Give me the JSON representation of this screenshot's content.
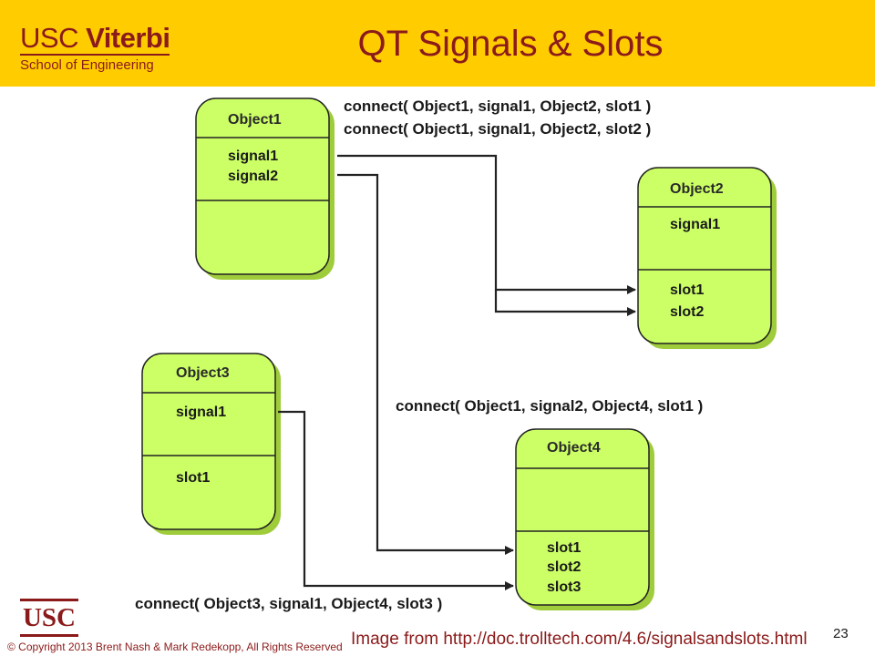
{
  "header": {
    "logo_main_left": "USC",
    "logo_main_right": "Viterbi",
    "logo_sub": "School of Engineering",
    "title": "QT Signals & Slots"
  },
  "diagram": {
    "objects": {
      "object1": {
        "title": "Object1",
        "signals": [
          "signal1",
          "signal2"
        ],
        "slots": []
      },
      "object2": {
        "title": "Object2",
        "signals": [
          "signal1"
        ],
        "slots": [
          "slot1",
          "slot2"
        ]
      },
      "object3": {
        "title": "Object3",
        "signals": [
          "signal1"
        ],
        "slots": [
          "slot1"
        ]
      },
      "object4": {
        "title": "Object4",
        "signals": [],
        "slots": [
          "slot1",
          "slot2",
          "slot3"
        ]
      }
    },
    "connections": [
      "connect( Object1, signal1, Object2, slot1 )",
      "connect( Object1, signal1, Object2, slot2 )",
      "connect( Object1, signal2, Object4, slot1 )",
      "connect( Object3, signal1, Object4, slot3 )"
    ],
    "colors": {
      "box_fill": "#ccff66",
      "box_shadow": "#9fcc3a",
      "stroke": "#222222",
      "accent": "#8b1a1a",
      "header_bg": "#ffcc00"
    }
  },
  "footer": {
    "usc_logo": "USC",
    "copyright": "© Copyright 2013 Brent Nash & Mark Redekopp, All Rights Reserved",
    "source": "Image from http://doc.trolltech.com/4.6/signalsandslots.html",
    "page_number": "23"
  }
}
